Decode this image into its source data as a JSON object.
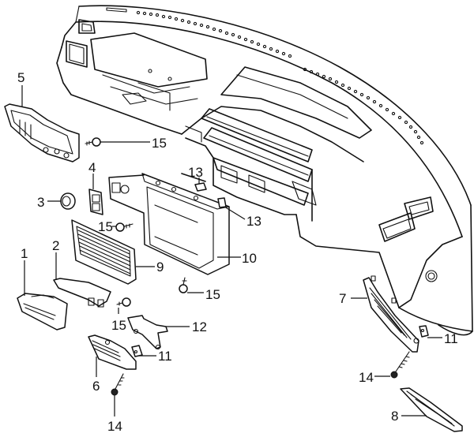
{
  "diagram": {
    "title": "Instrument panel exploded parts diagram",
    "callouts": [
      {
        "id": "c5",
        "label": "5"
      },
      {
        "id": "c15a",
        "label": "15"
      },
      {
        "id": "c4",
        "label": "4"
      },
      {
        "id": "c3",
        "label": "3"
      },
      {
        "id": "c13a",
        "label": "13"
      },
      {
        "id": "c13b",
        "label": "13"
      },
      {
        "id": "c15b",
        "label": "15"
      },
      {
        "id": "c1",
        "label": "1"
      },
      {
        "id": "c2",
        "label": "2"
      },
      {
        "id": "c9",
        "label": "9"
      },
      {
        "id": "c10",
        "label": "10"
      },
      {
        "id": "c15c",
        "label": "15"
      },
      {
        "id": "c15d",
        "label": "15"
      },
      {
        "id": "c12",
        "label": "12"
      },
      {
        "id": "c11a",
        "label": "11"
      },
      {
        "id": "c6",
        "label": "6"
      },
      {
        "id": "c14a",
        "label": "14"
      },
      {
        "id": "c7",
        "label": "7"
      },
      {
        "id": "c11b",
        "label": "11"
      },
      {
        "id": "c14b",
        "label": "14"
      },
      {
        "id": "c8",
        "label": "8"
      }
    ],
    "parts": [
      {
        "number": "1",
        "name": "glove-box-lid"
      },
      {
        "number": "2",
        "name": "glove-box-hinge-bracket"
      },
      {
        "number": "3",
        "name": "round-knob"
      },
      {
        "number": "4",
        "name": "switch-panel"
      },
      {
        "number": "5",
        "name": "left-vent-panel"
      },
      {
        "number": "6",
        "name": "lower-cover-left"
      },
      {
        "number": "7",
        "name": "lower-cover-right"
      },
      {
        "number": "8",
        "name": "lower-grille-right"
      },
      {
        "number": "9",
        "name": "speaker-grille"
      },
      {
        "number": "10",
        "name": "center-console-panel"
      },
      {
        "number": "11",
        "name": "clip-nut"
      },
      {
        "number": "12",
        "name": "mounting-bracket"
      },
      {
        "number": "13",
        "name": "clip"
      },
      {
        "number": "14",
        "name": "screw-long"
      },
      {
        "number": "15",
        "name": "screw-short"
      }
    ]
  }
}
